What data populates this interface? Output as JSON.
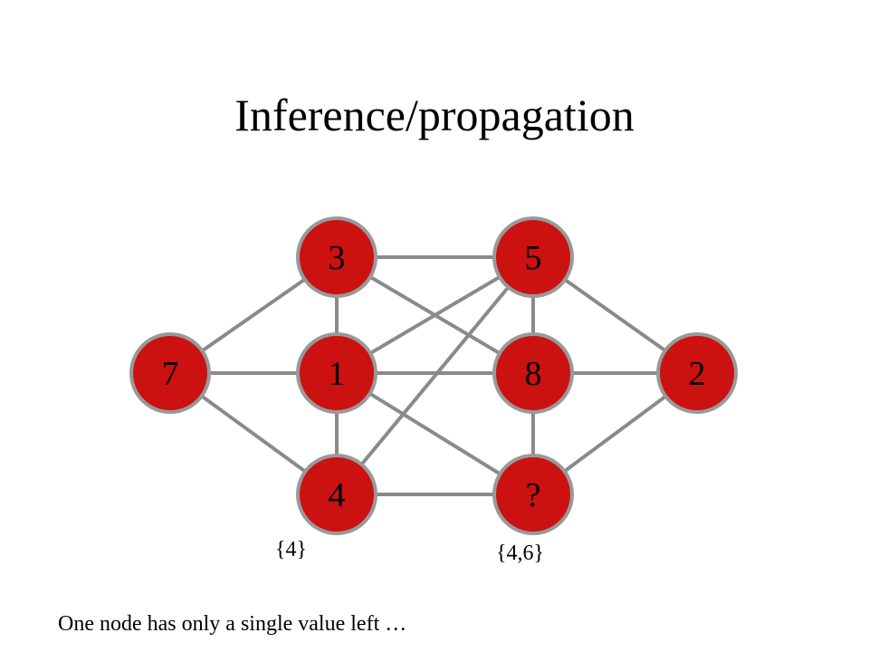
{
  "title": "Inference/propagation",
  "graph": {
    "node_color": "#cc1111",
    "node_stroke": "#999999",
    "edge_color": "#8a8a8a",
    "nodes": [
      {
        "id": "n7",
        "label": "7"
      },
      {
        "id": "n3",
        "label": "3"
      },
      {
        "id": "n1",
        "label": "1"
      },
      {
        "id": "n4",
        "label": "4"
      },
      {
        "id": "n5",
        "label": "5"
      },
      {
        "id": "n8",
        "label": "8"
      },
      {
        "id": "nq",
        "label": "?"
      },
      {
        "id": "n2",
        "label": "2"
      }
    ],
    "edges": [
      [
        "n7",
        "n3"
      ],
      [
        "n7",
        "n1"
      ],
      [
        "n7",
        "n4"
      ],
      [
        "n3",
        "n1"
      ],
      [
        "n1",
        "n4"
      ],
      [
        "n3",
        "n5"
      ],
      [
        "n3",
        "n8"
      ],
      [
        "n1",
        "n5"
      ],
      [
        "n1",
        "n8"
      ],
      [
        "n1",
        "nq"
      ],
      [
        "n4",
        "n5"
      ],
      [
        "n4",
        "nq"
      ],
      [
        "n5",
        "n8"
      ],
      [
        "n8",
        "nq"
      ],
      [
        "n5",
        "n2"
      ],
      [
        "n8",
        "n2"
      ],
      [
        "nq",
        "n2"
      ]
    ]
  },
  "domains": {
    "n4": "{4}",
    "nq": "{4,6}"
  },
  "caption": "One node has only a single value left …"
}
